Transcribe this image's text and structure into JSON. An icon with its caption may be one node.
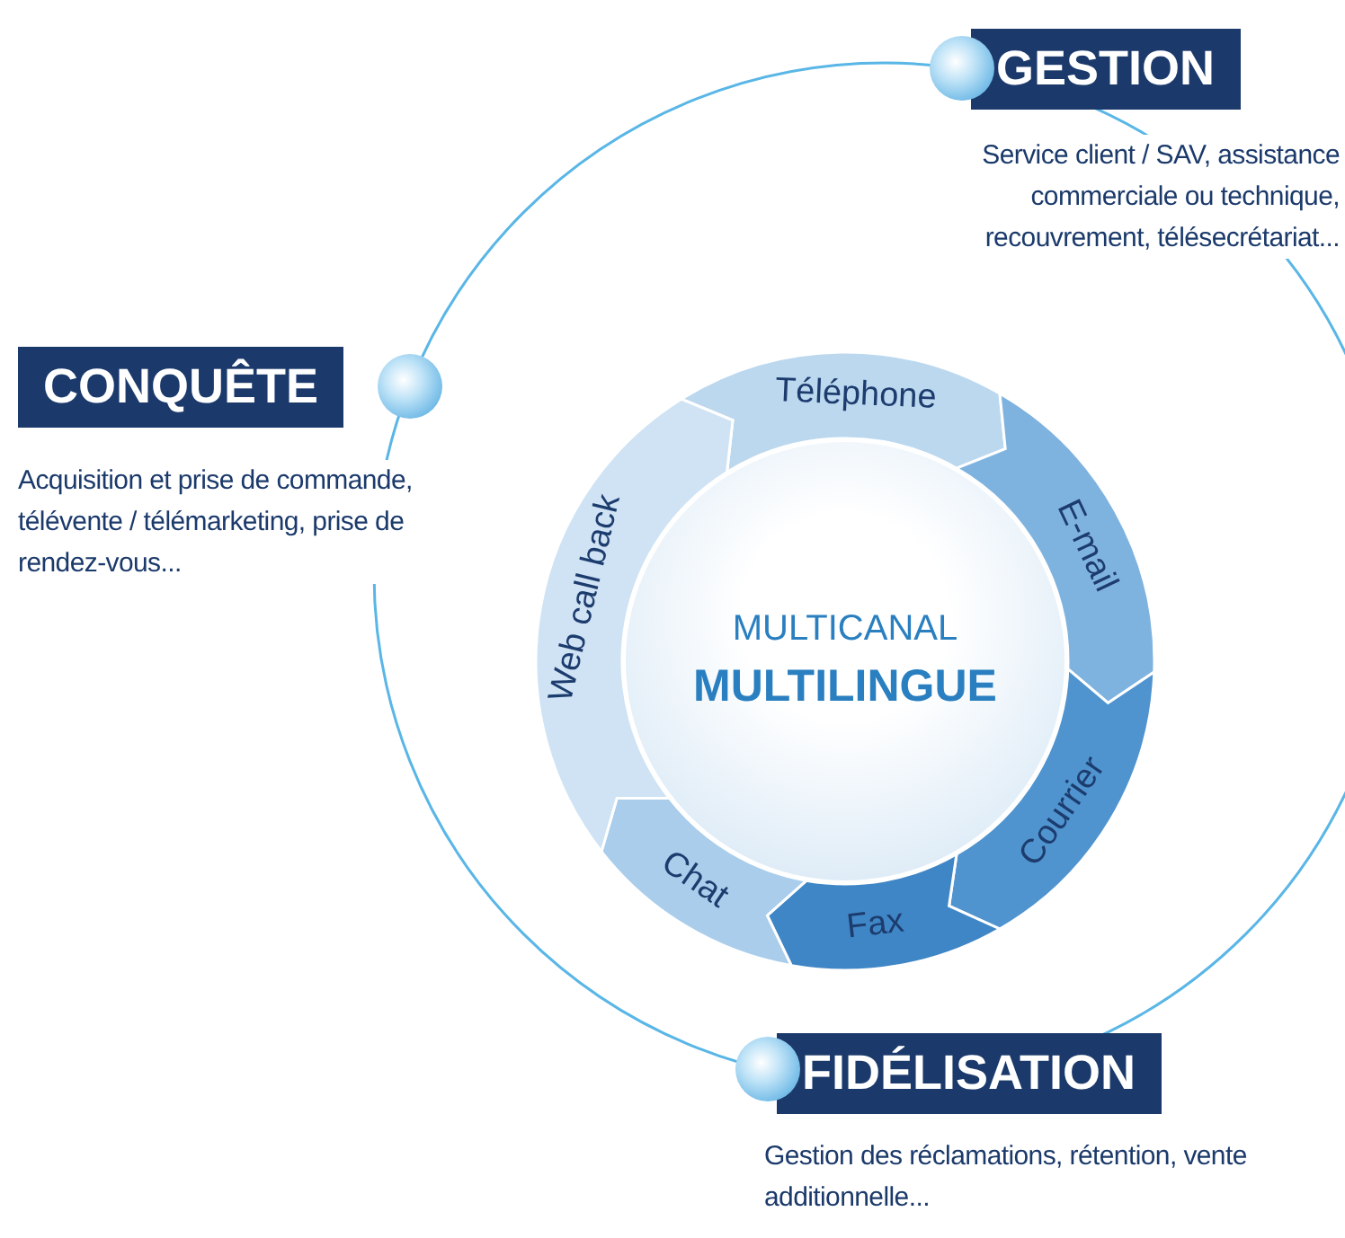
{
  "diagram": {
    "nodes": [
      {
        "text": [
          "MULTICANAL",
          "MULTILINGUE"
        ]
      },
      {
        "text": [
          "Téléphone"
        ]
      },
      {
        "text": [
          "E-mail"
        ]
      },
      {
        "text": [
          "Courrier"
        ]
      },
      {
        "text": [
          "Fax"
        ]
      },
      {
        "text": [
          "Chat"
        ]
      },
      {
        "text": [
          "Web call back"
        ]
      },
      {
        "text": [
          "CONQUÊTE",
          "Acquisition et prise de commande, télévente / télémarketing, prise de rendez-vous..."
        ]
      },
      {
        "text": [
          "GESTION",
          "Service client / SAV, assistance commerciale ou technique, recouvrement, télésecrétariat..."
        ]
      },
      {
        "text": [
          "FIDÉLISATION",
          "Gestion des réclamations, rétention, vente additionnelle..."
        ]
      }
    ],
    "edges": []
  }
}
